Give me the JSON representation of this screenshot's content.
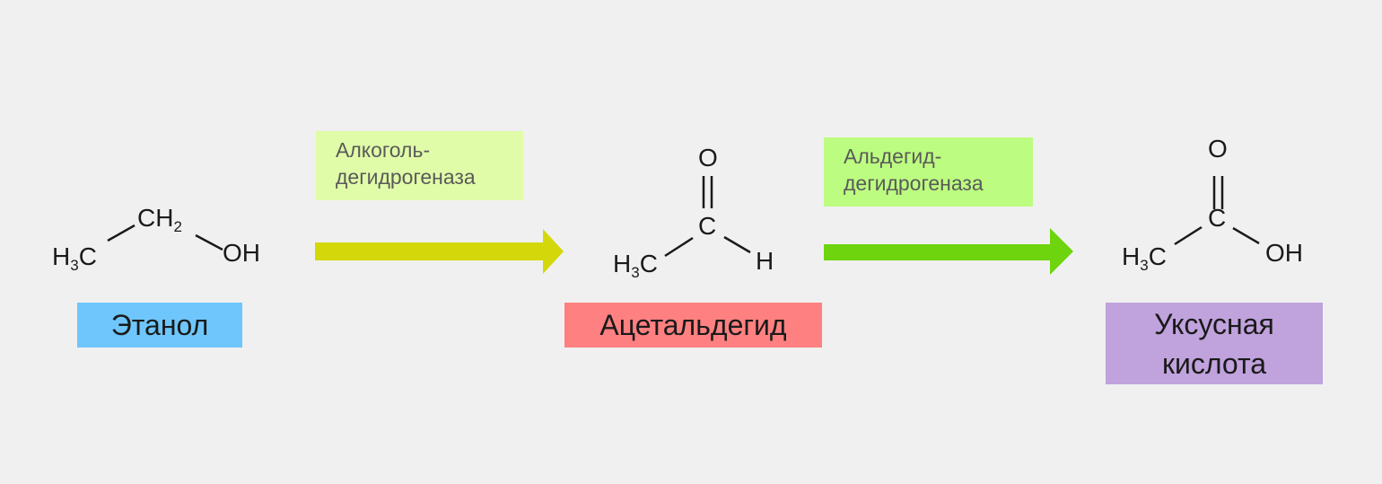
{
  "compounds": [
    {
      "name": "Этанол",
      "formula": {
        "left": "H",
        "left_sub": "3",
        "left_c": "C",
        "middle": "CH",
        "middle_sub": "2",
        "right": "OH"
      },
      "color": "#6ec6fc"
    },
    {
      "name": "Ацетальдегид",
      "formula": {
        "top": "O",
        "center": "C",
        "left": "H",
        "left_sub": "3",
        "left_c": "C",
        "right": "H"
      },
      "color": "#fe8080"
    },
    {
      "name_line1": "Уксусная",
      "name_line2": "кислота",
      "formula": {
        "top": "O",
        "center": "C",
        "left": "H",
        "left_sub": "3",
        "left_c": "C",
        "right": "OH"
      },
      "color": "#c0a2dc"
    }
  ],
  "enzymes": [
    {
      "line1": "Алкоголь-",
      "line2": "дегидрогеназа",
      "color": "#e0fca8",
      "arrow_color": "#d4d80a"
    },
    {
      "line1": "Альдегид-",
      "line2": "дегидрогеназа",
      "color": "#bcfc80",
      "arrow_color": "#6dd40e"
    }
  ]
}
